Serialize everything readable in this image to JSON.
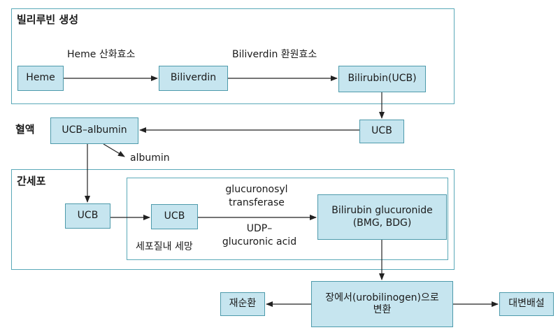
{
  "sections": {
    "production": "빌리루빈 생성",
    "blood": "혈액",
    "liver": "간세포"
  },
  "nodes": {
    "heme": "Heme",
    "biliverdin": "Biliverdin",
    "bilirubin_ucb": "Bilirubin(UCB)",
    "ucb_blood": "UCB",
    "ucb_albumin": "UCB–albumin",
    "ucb_liver": "UCB",
    "ucb_cell": "UCB",
    "bilirubin_glucuronide": "Bilirubin glucuronide\n(BMG, BDG)",
    "intestine_conversion": "장에서(urobilinogen)으로\n변환",
    "recirculation": "재순환",
    "fecal_excretion": "대변배설"
  },
  "edge_labels": {
    "heme_oxygenase": "Heme 산화효소",
    "biliverdin_reductase": "Biliverdin 환원효소",
    "albumin": "albumin",
    "transferase": "glucuronosyl\ntransferase",
    "udp": "UDP–\nglucuronic acid",
    "intracellular_membrane": "세포질내 세망"
  },
  "colors": {
    "node_fill": "#c6e5ef",
    "node_border": "#4d9aab",
    "frame_border": "#5aa9b8",
    "arrow": "#222222"
  }
}
